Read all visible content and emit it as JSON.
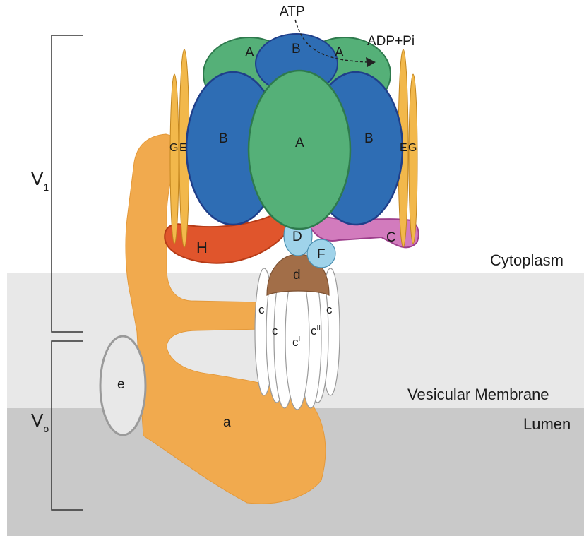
{
  "regions": {
    "cytoplasm": "Cytoplasm",
    "membrane": "Vesicular Membrane",
    "lumen": "Lumen"
  },
  "domains": {
    "v1": {
      "base": "V",
      "sub": "1"
    },
    "vo": {
      "base": "V",
      "sub": "o"
    }
  },
  "reaction": {
    "substrate": "ATP",
    "product": "ADP+Pi"
  },
  "subunits": {
    "A_top_left": "A",
    "B_top": "B",
    "A_top_right": "A",
    "B_left": "B",
    "A_center": "A",
    "B_right": "B",
    "G_left": "G",
    "E_left": "E",
    "E_right": "E",
    "G_right": "G",
    "H": "H",
    "C": "C",
    "D": "D",
    "F": "F",
    "d": "d",
    "c_left": "c",
    "c_mid": "c",
    "c_right": "c",
    "c_prime": {
      "base": "c",
      "sup": "I"
    },
    "c_double_prime": {
      "base": "c",
      "sup": "II"
    },
    "e": "e",
    "a": "a"
  },
  "colors": {
    "subunit_A": "#55b078",
    "subunit_B": "#2e6db4",
    "stalk_EG": "#f2b84b",
    "subunit_H": "#e0552c",
    "subunit_C": "#d27bbd",
    "subunit_D_F": "#9fd3ea",
    "subunit_d": "#a26e48",
    "subunit_a": "#f1aa4e",
    "membrane_band": "#e8e8e8",
    "lumen_band": "#c9c9c9"
  }
}
